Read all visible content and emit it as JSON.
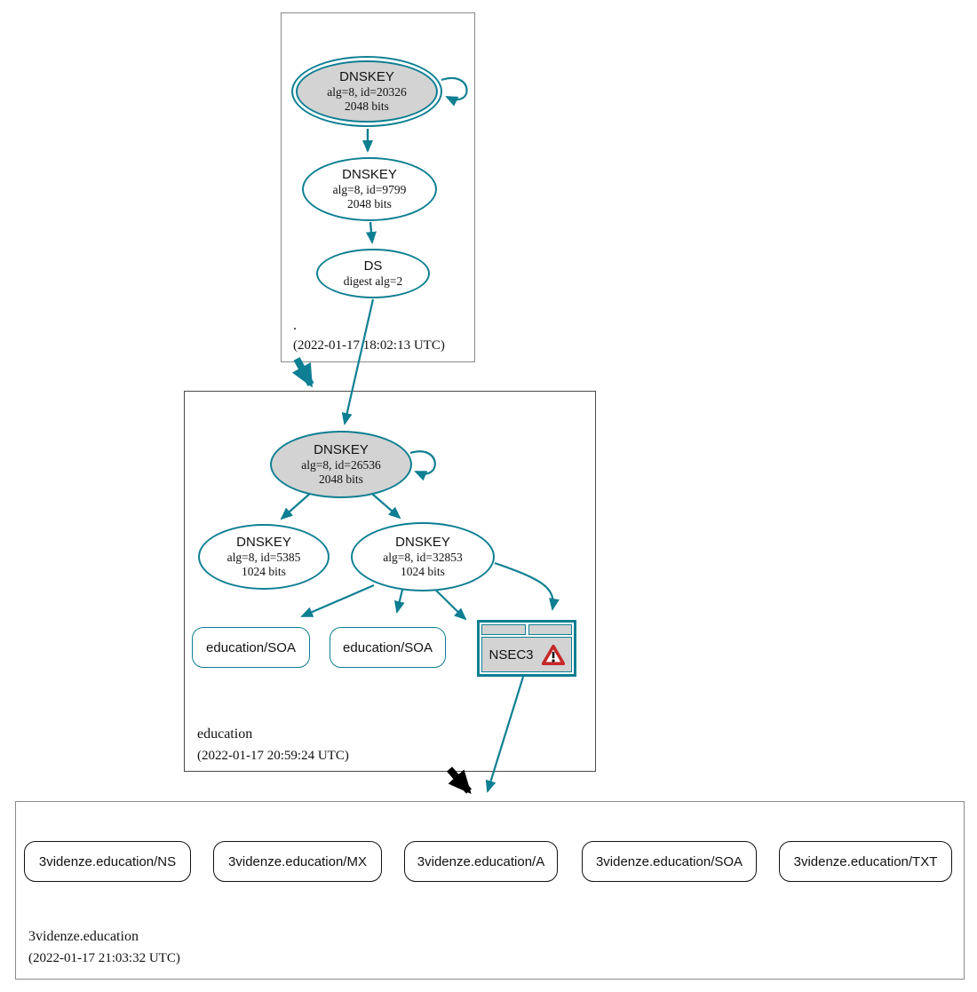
{
  "colors": {
    "edge_teal": "#0e7f92",
    "node_fill_gray": "#d3d3d3",
    "warning_red": "#c62828",
    "leaf_border_black": "#111111"
  },
  "zones": {
    "root": {
      "name": ".",
      "timestamp": "(2022-01-17 18:02:13 UTC)"
    },
    "education": {
      "name": "education",
      "timestamp": "(2022-01-17 20:59:24 UTC)"
    },
    "leaf": {
      "name": "3videnze.education",
      "timestamp": "(2022-01-17 21:03:32 UTC)"
    }
  },
  "nodes": {
    "root_ksk": {
      "title": "DNSKEY",
      "line1": "alg=8, id=20326",
      "line2": "2048 bits"
    },
    "root_zsk": {
      "title": "DNSKEY",
      "line1": "alg=8, id=9799",
      "line2": "2048 bits"
    },
    "root_ds": {
      "title": "DS",
      "line1": "digest alg=2"
    },
    "edu_ksk": {
      "title": "DNSKEY",
      "line1": "alg=8, id=26536",
      "line2": "2048 bits"
    },
    "edu_zsk1": {
      "title": "DNSKEY",
      "line1": "alg=8, id=5385",
      "line2": "1024 bits"
    },
    "edu_zsk2": {
      "title": "DNSKEY",
      "line1": "alg=8, id=32853",
      "line2": "1024 bits"
    },
    "edu_soa1": {
      "label": "education/SOA"
    },
    "edu_soa2": {
      "label": "education/SOA"
    },
    "nsec3": {
      "label": "NSEC3"
    }
  },
  "leaf_rrsets": [
    {
      "label": "3videnze.education/NS"
    },
    {
      "label": "3videnze.education/MX"
    },
    {
      "label": "3videnze.education/A"
    },
    {
      "label": "3videnze.education/SOA"
    },
    {
      "label": "3videnze.education/TXT"
    }
  ]
}
